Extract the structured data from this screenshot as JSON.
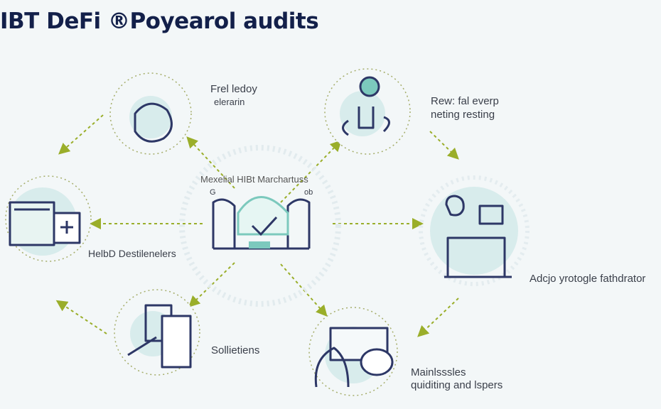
{
  "title": "IBT DeFi ®Poyearol audits",
  "center": {
    "label": "Mexelial HIBt Marchartuss",
    "small_left": "G",
    "small_right": "ob"
  },
  "nodes": {
    "top_left": {
      "line1": "Frel ledoy",
      "line2": "elerarin"
    },
    "top_right": {
      "line1": "Rew: fal everp",
      "line2": "neting resting"
    },
    "left": {
      "line1": "HelbD Destilenelers"
    },
    "right": {
      "line1": "Adcjo yrotogle fathdrator"
    },
    "bottom_left": {
      "line1": "Sollietiens"
    },
    "bottom_right": {
      "line1": "Mainlsssles",
      "line2": "quiditing and lspers"
    }
  },
  "colors": {
    "navy": "#2d3766",
    "teal": "#7cc9bd",
    "arrow": "#9aae2a",
    "circle_fill": "#d8ecec"
  }
}
